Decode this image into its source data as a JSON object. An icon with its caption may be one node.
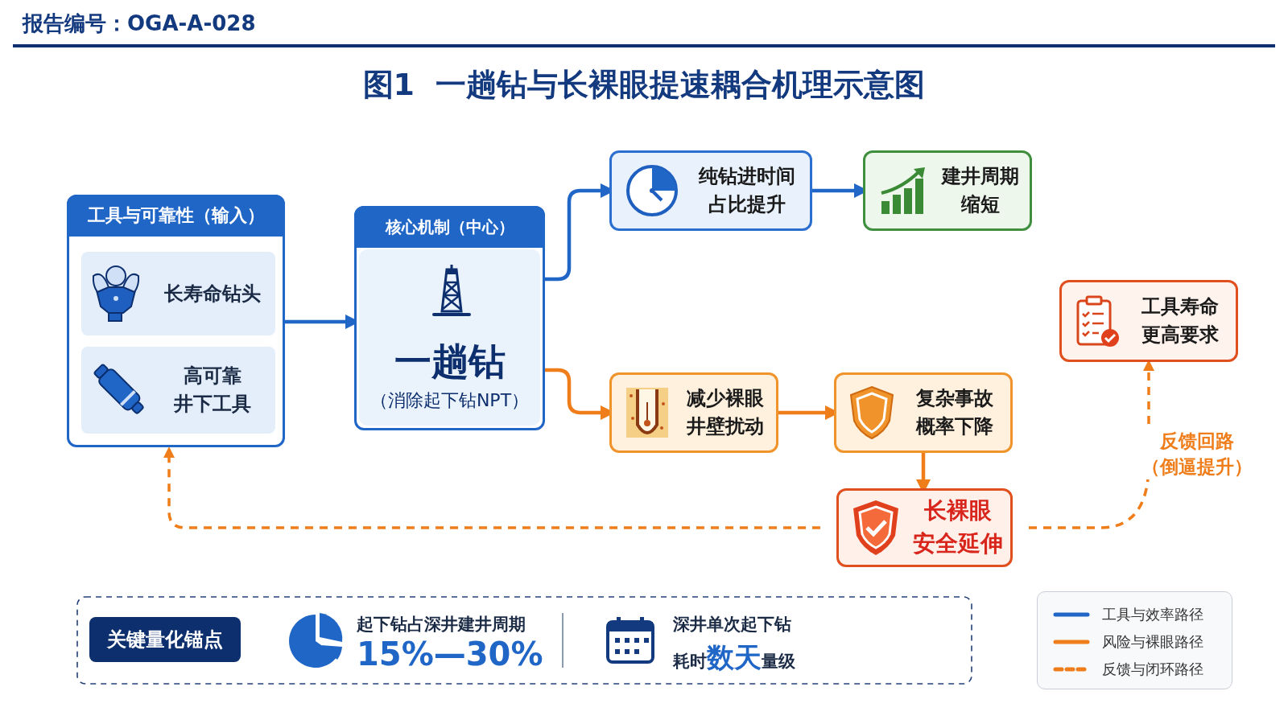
{
  "diagram": {
    "title": "图1  一趟钻与长裸眼提速耦合机理示意图",
    "nodes": [
      {
        "text": [
          "工具与可靠性（输入）"
        ]
      },
      {
        "text": [
          "长寿命钻头"
        ],
        "in": 0
      },
      {
        "text": [
          "高可靠井下工具"
        ],
        "in": 0
      },
      {
        "text": [
          "核心机制（中心）",
          "一趟钻",
          "（消除起下钻NPT）"
        ]
      },
      {
        "text": [
          "纯钻进时间占比提升"
        ]
      },
      {
        "text": [
          "建井周期缩短"
        ]
      },
      {
        "text": [
          "减少裸眼井壁扰动"
        ]
      },
      {
        "text": [
          "复杂事故概率下降"
        ]
      },
      {
        "text": [
          "长裸眼安全延伸"
        ]
      },
      {
        "text": [
          "工具寿命更高要求"
        ]
      }
    ],
    "edges": [
      {
        "from": 0,
        "to": 3,
        "arrow": "to",
        "color": "#1f66c7"
      },
      {
        "from": 3,
        "to": 4,
        "arrow": "to",
        "color": "#1f66c7"
      },
      {
        "from": 4,
        "to": 5,
        "arrow": "to",
        "color": "#1f66c7"
      },
      {
        "from": 3,
        "to": 6,
        "arrow": "to"
      },
      {
        "from": 6,
        "to": 7,
        "arrow": "to"
      },
      {
        "from": 7,
        "to": 8,
        "arrow": "to"
      },
      {
        "from": 8,
        "to": 9,
        "arrow": "to",
        "style": "dashed",
        "label": "反馈回路（倒逼提升）"
      },
      {
        "from": 8,
        "to": 0,
        "arrow": "to",
        "style": "dashed"
      }
    ],
    "labels": [
      "报告编号：OGA-A-028",
      "关键量化锚点",
      "起下钻占深井建井周期",
      "15%—30%",
      "深井单次起下钻",
      "耗时**数天**量级"
    ],
    "legend": [
      {
        "text": "工具与效率路径"
      },
      {
        "text": "风险与裸眼路径"
      },
      {
        "text": "反馈与闭环路径"
      }
    ]
  }
}
